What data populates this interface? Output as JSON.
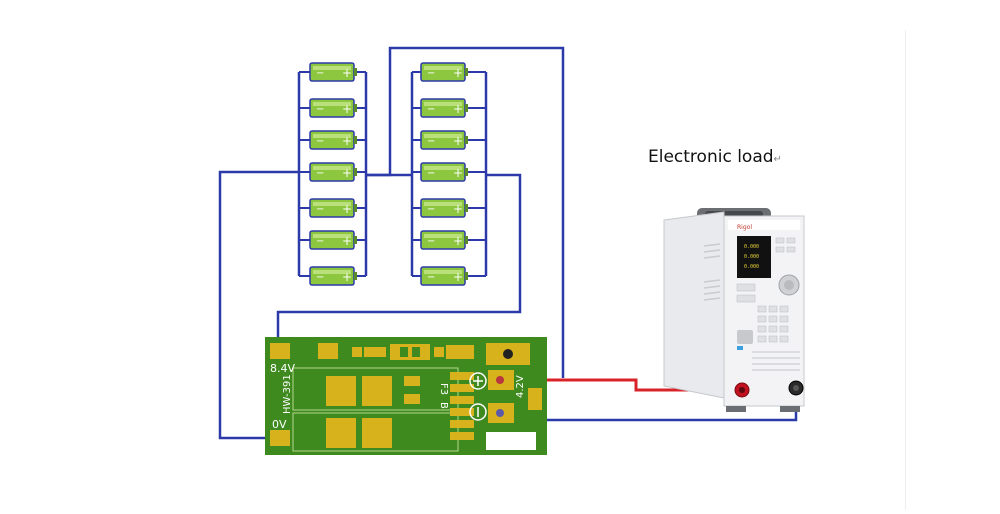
{
  "caption": {
    "text": "Electronic load",
    "return_mark": "↵"
  },
  "battery": {
    "negative_sign": "−",
    "positive_sign": "+"
  },
  "board": {
    "model": "HW-391",
    "label_top": "8.4V",
    "label_bottom": "0V",
    "label_out": "4.2V",
    "label_fuse": "F3",
    "label_b": "B"
  },
  "load": {
    "brand": "Rigol",
    "display_values": [
      "0.000",
      "0.000",
      "0.000"
    ]
  },
  "colors": {
    "wire_blue": "#2b3aa8",
    "wire_red": "#d8232a",
    "pcb_green": "#3f8a1e",
    "pad_gold": "#d7b21c",
    "cell_green": "#8dc63f"
  }
}
